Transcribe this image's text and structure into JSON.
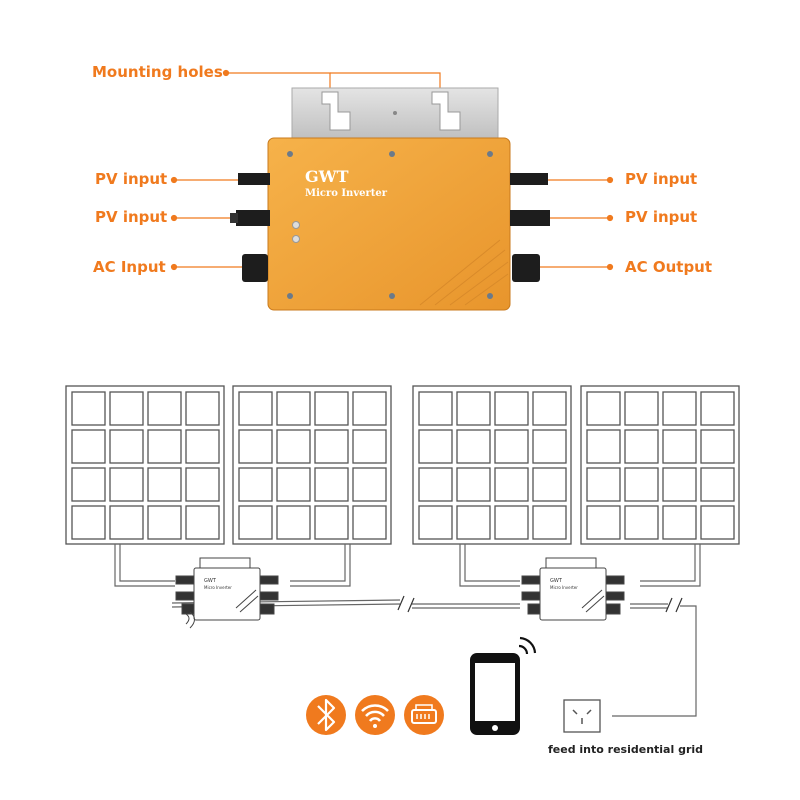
{
  "labels": {
    "mounting_holes": "Mounting holes",
    "pv_input_left_1": "PV input",
    "pv_input_left_2": "PV input",
    "ac_input": "AC Input",
    "pv_input_right_1": "PV input",
    "pv_input_right_2": "PV input",
    "ac_output": "AC Output"
  },
  "device": {
    "brand": "GWT",
    "model": "Micro Inverter"
  },
  "grid_caption": "feed into residential grid",
  "icons": [
    "bluetooth-icon",
    "wifi-icon",
    "router-icon",
    "smartphone-icon",
    "wall-socket-icon"
  ],
  "colors": {
    "accent": "#f07a1e",
    "device_body": "#f2a33a",
    "panel_line": "#555555"
  }
}
